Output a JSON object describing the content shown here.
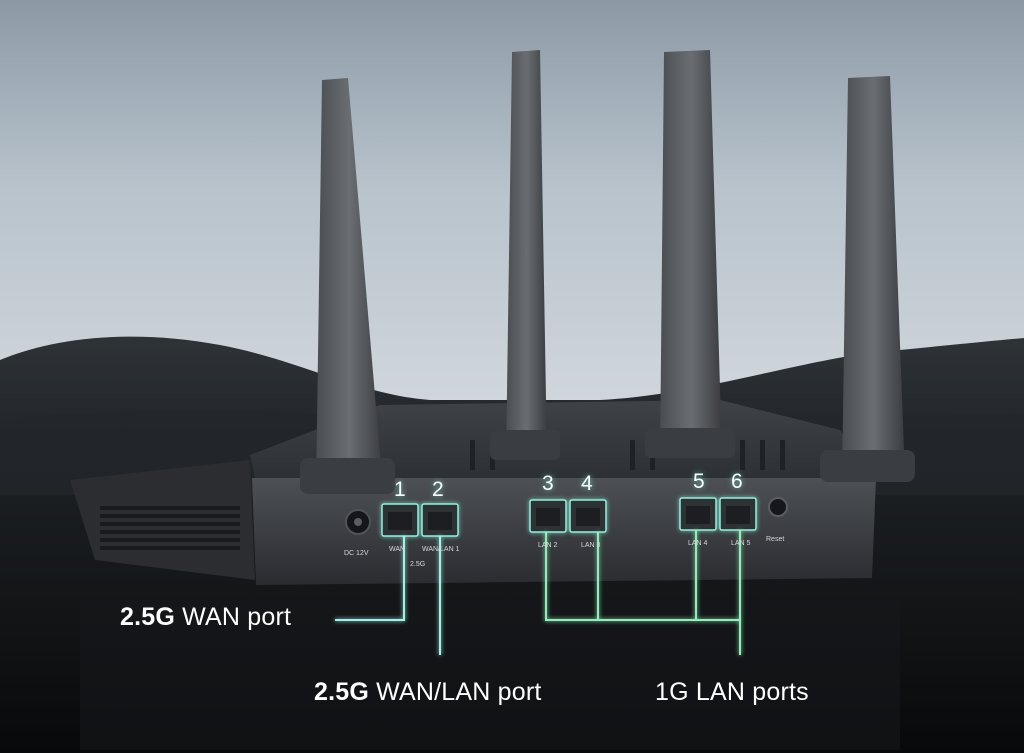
{
  "port_numbers": [
    "1",
    "2",
    "3",
    "4",
    "5",
    "6"
  ],
  "panel_labels": {
    "dc": "DC 12V",
    "wan": "WAN",
    "wan_lan1": "WAN/LAN 1",
    "speed": "2.5G",
    "lan2": "LAN 2",
    "lan3": "LAN 3",
    "lan4": "LAN 4",
    "lan5": "LAN 5",
    "reset": "Reset"
  },
  "callouts": {
    "wan_bold": "2.5G",
    "wan_text": "WAN port",
    "wanlan_bold": "2.5G",
    "wanlan_text": "WAN/LAN port",
    "lan_text": "1G LAN ports"
  },
  "colors": {
    "glow_line": "#9ff3e6",
    "glow_green": "#8ef0b8",
    "router_body": "#3b3d41",
    "sky": "#c9d3dc"
  }
}
